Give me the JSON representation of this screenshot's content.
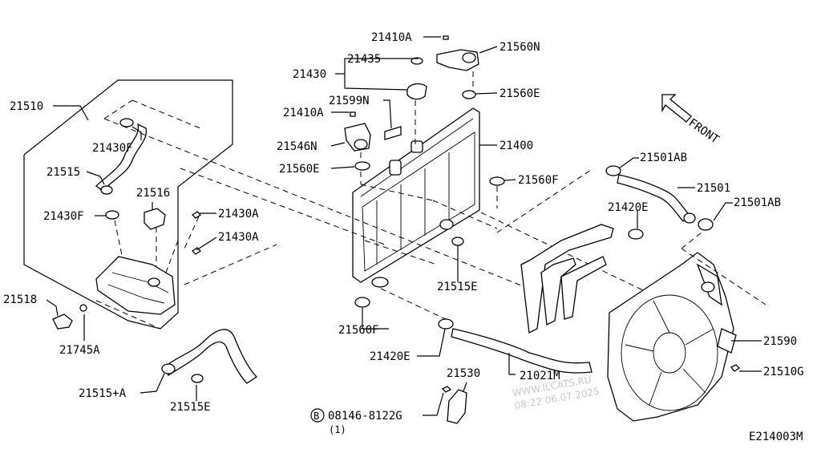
{
  "labels": {
    "p21510": "21510",
    "p21430F_top": "21430F",
    "p21515": "21515",
    "p21516": "21516",
    "p21430F_mid": "21430F",
    "p21430A_1": "21430A",
    "p21430A_2": "21430A",
    "p21518": "21518",
    "p21745A": "21745A",
    "p21515A": "21515+A",
    "p21515E_bottom": "21515E",
    "p21410A_top": "21410A",
    "p21435": "21435",
    "p21430": "21430",
    "p21599N": "21599N",
    "p21410A_mid": "21410A",
    "p21546N": "21546N",
    "p21560E_left": "21560E",
    "p21560N": "21560N",
    "p21560E_right": "21560E",
    "p21400": "21400",
    "p21560F_right": "21560F",
    "p21515E_mid": "21515E",
    "p21560F_bottom": "21560F",
    "p21420E_bottom": "21420E",
    "p21530": "21530",
    "p21021M": "21021M",
    "p08146": "08146-8122G",
    "p08146_qty": "(1)",
    "p08146_prefix": "B",
    "p21501AB_1": "21501AB",
    "p21501": "21501",
    "p21501AB_2": "21501AB",
    "p21420E_right": "21420E",
    "p21590": "21590",
    "p21510G": "21510G",
    "front": "FRONT"
  },
  "watermark": {
    "site": "WWW.ILCATS.RU",
    "timestamp": "08:22 06.07.2025"
  },
  "diagram_code": "E214003M"
}
